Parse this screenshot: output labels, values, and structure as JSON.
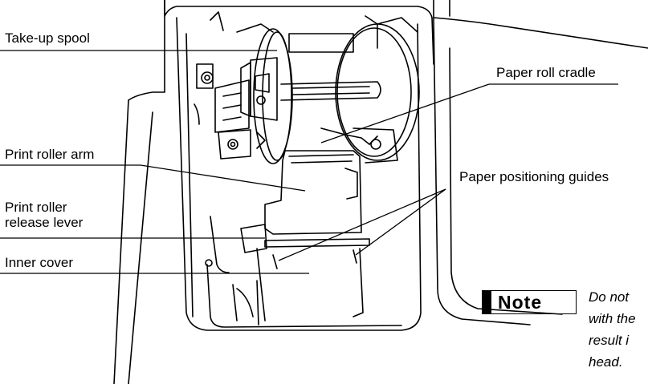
{
  "labels": {
    "take_up_spool": "Take-up spool",
    "paper_roll_cradle": "Paper roll cradle",
    "print_roller_arm": "Print roller arm",
    "paper_positioning_guides": "Paper positioning guides",
    "print_roller_release_lever_line1": "Print roller",
    "print_roller_release_lever_line2": "release lever",
    "inner_cover": "Inner cover"
  },
  "note": {
    "title": "Note",
    "lines": [
      "Do not",
      "with the",
      "result i",
      "head."
    ]
  }
}
